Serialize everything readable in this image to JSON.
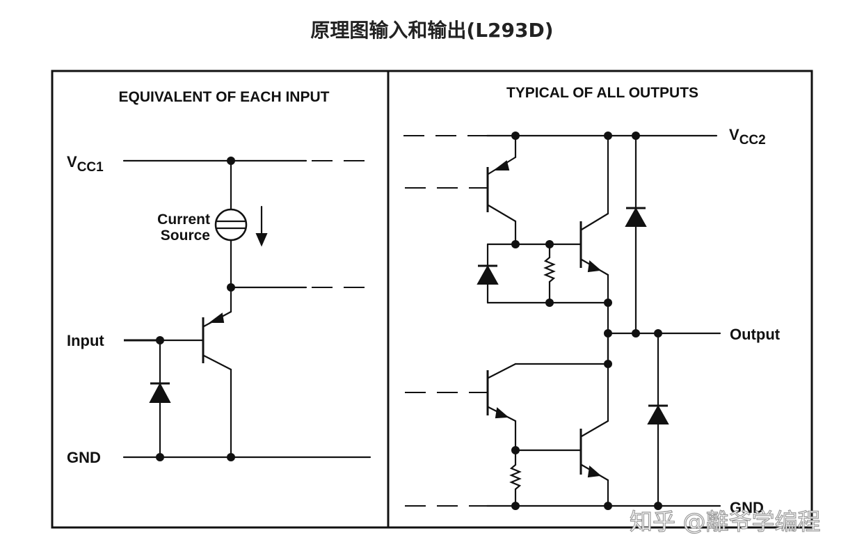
{
  "title": "原理图输入和输出(L293D)",
  "left_panel": {
    "heading": "EQUIVALENT OF EACH INPUT",
    "vcc1": {
      "main": "V",
      "sub": "CC1"
    },
    "current_source": [
      "Current",
      "Source"
    ],
    "input_label": "Input",
    "gnd_label": "GND"
  },
  "right_panel": {
    "heading": "TYPICAL OF ALL OUTPUTS",
    "vcc2": {
      "main": "V",
      "sub": "CC2"
    },
    "output_label": "Output",
    "gnd_label": "GND"
  },
  "watermark": "知乎 @離爷学编程"
}
